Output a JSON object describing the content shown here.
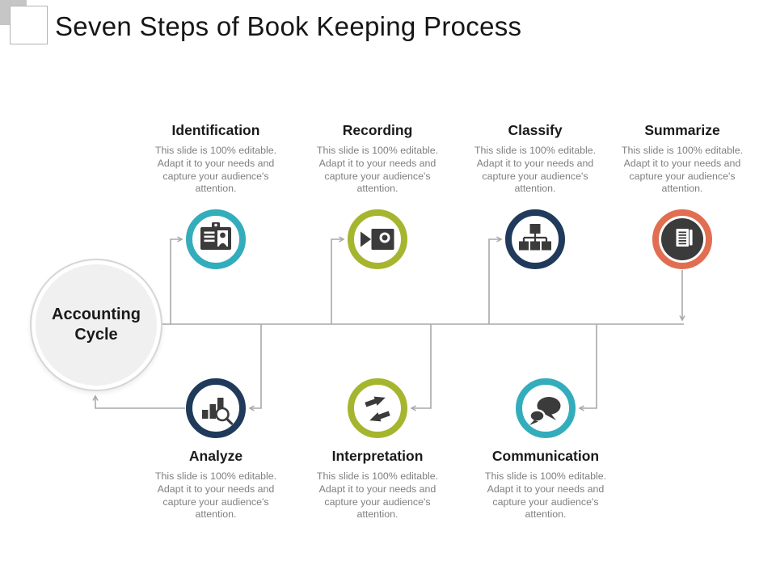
{
  "slide": {
    "title": "Seven Steps of Book Keeping Process",
    "hub_label": "Accounting Cycle"
  },
  "colors": {
    "background": "#ffffff",
    "title_text": "#161616",
    "heading_text": "#1a1a1a",
    "body_text": "#7f7f7f",
    "icon_dark": "#3b3b3b",
    "line_gray": "#a8a8a8",
    "hub_fill": "#f0f0f0",
    "hub_border": "#d6d6d6",
    "hub_text": "#1a1a1a",
    "deco_gray": "#c6c6c6",
    "deco_border": "#b3b3b3"
  },
  "steps": [
    {
      "title": "Identification",
      "description": "This slide is 100% editable. Adapt it to your needs and capture your audience's attention.",
      "color": "#33ADBB",
      "icon": "id-card-icon"
    },
    {
      "title": "Recording",
      "description": "This slide is 100% editable. Adapt it to your needs and capture your audience's attention.",
      "color": "#A6B52E",
      "icon": "video-camera-icon"
    },
    {
      "title": "Classify",
      "description": "This slide is 100% editable. Adapt it to your needs and capture your audience's attention.",
      "color": "#203A5B",
      "icon": "org-chart-icon"
    },
    {
      "title": "Summarize",
      "description": "This slide is 100% editable. Adapt it to your needs and capture your audience's attention.",
      "color": "#E26E52",
      "icon": "document-icon"
    },
    {
      "title": "Analyze",
      "description": "This slide is 100% editable. Adapt it to your needs and capture your audience's attention.",
      "color": "#203A5B",
      "icon": "bar-chart-magnifier-icon"
    },
    {
      "title": "Interpretation",
      "description": "This slide is 100% editable. Adapt it to your needs and capture your audience's attention.",
      "color": "#A6B52E",
      "icon": "exchange-arrows-icon"
    },
    {
      "title": "Communication",
      "description": "This slide is 100% editable. Adapt it to your needs and capture your audience's attention.",
      "color": "#33ADBB",
      "icon": "speech-bubbles-icon"
    }
  ]
}
